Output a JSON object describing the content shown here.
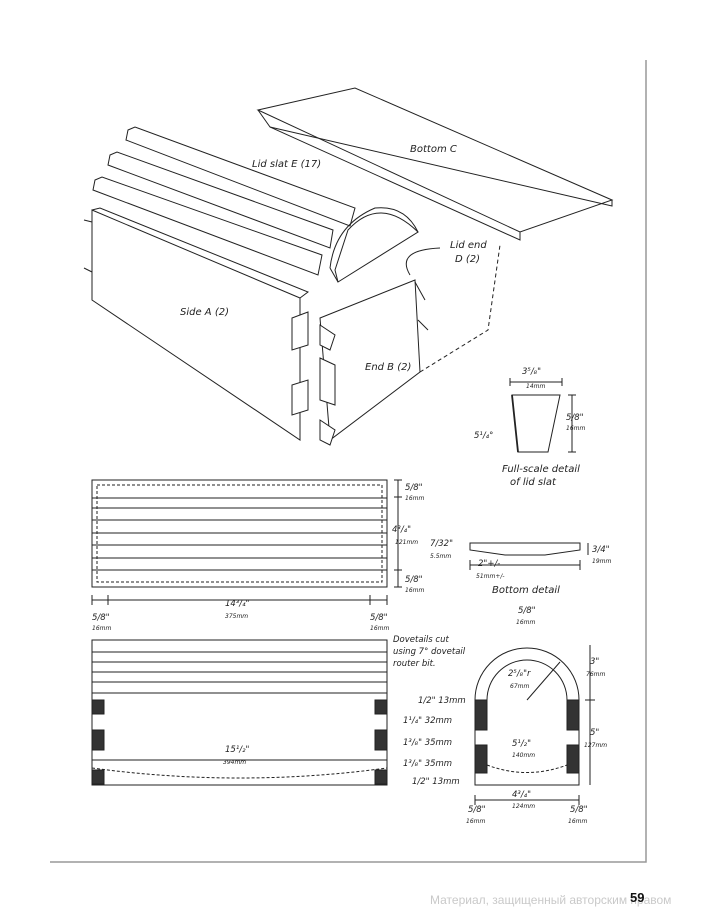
{
  "labels": {
    "bottom_c": "Bottom C",
    "lid_slat_e": "Lid slat E (17)",
    "lid_end_d_1": "Lid end",
    "lid_end_d_2": "D (2)",
    "side_a": "Side A (2)",
    "end_b": "End B (2)",
    "full_scale_1": "Full-scale detail",
    "full_scale_2": "of lid slat",
    "bottom_detail": "Bottom detail",
    "dovetails_1": "Dovetails cut",
    "dovetails_2": "using 7° dovetail",
    "dovetails_3": "router bit."
  },
  "dims": {
    "slat_w": "3⁵/₈\"",
    "slat_w_mm": "14mm",
    "slat_h": "5/8\"",
    "slat_h_mm": "16mm",
    "slat_angle": "5¹/₄°",
    "front_top": "5/8\"",
    "front_top_mm": "16mm",
    "front_mid": "4³/₄\"",
    "front_mid_mm": "121mm",
    "front_bot": "5/8\"",
    "front_bot_mm": "16mm",
    "front_len": "14³/₄\"",
    "front_len_mm": "375mm",
    "front_left": "5/8\"",
    "front_left_mm": "16mm",
    "front_right": "5/8\"",
    "front_right_mm": "16mm",
    "bd_left": "7/32\"",
    "bd_left_mm": "5.5mm",
    "bd_mid": "2\"+/-",
    "bd_mid_mm": "51mm+/-",
    "bd_right": "3/4\"",
    "bd_right_mm": "19mm",
    "side_len": "15¹/₂\"",
    "side_len_mm": "394mm",
    "end_top": "5/8\"",
    "end_top_mm": "16mm",
    "end_r": "2⁵/₈\"r",
    "end_r_mm": "67mm",
    "end_3": "3\"",
    "end_3_mm": "76mm",
    "end_5": "5\"",
    "end_5_mm": "127mm",
    "end_a": "1/2\" 13mm",
    "end_b": "1¹/₄\" 32mm",
    "end_c": "1³/₈\" 35mm",
    "end_d": "1³/₈\" 35mm",
    "end_e": "1/2\" 13mm",
    "end_inner": "5¹/₂\"",
    "end_inner_mm": "140mm",
    "end_width": "4³/₄\"",
    "end_width_mm": "124mm",
    "end_bl": "5/8\"",
    "end_bl_mm": "16mm",
    "end_br": "5/8\"",
    "end_br_mm": "16mm"
  },
  "page_number": "59",
  "watermark": "Материал, защищенный авторским правом"
}
